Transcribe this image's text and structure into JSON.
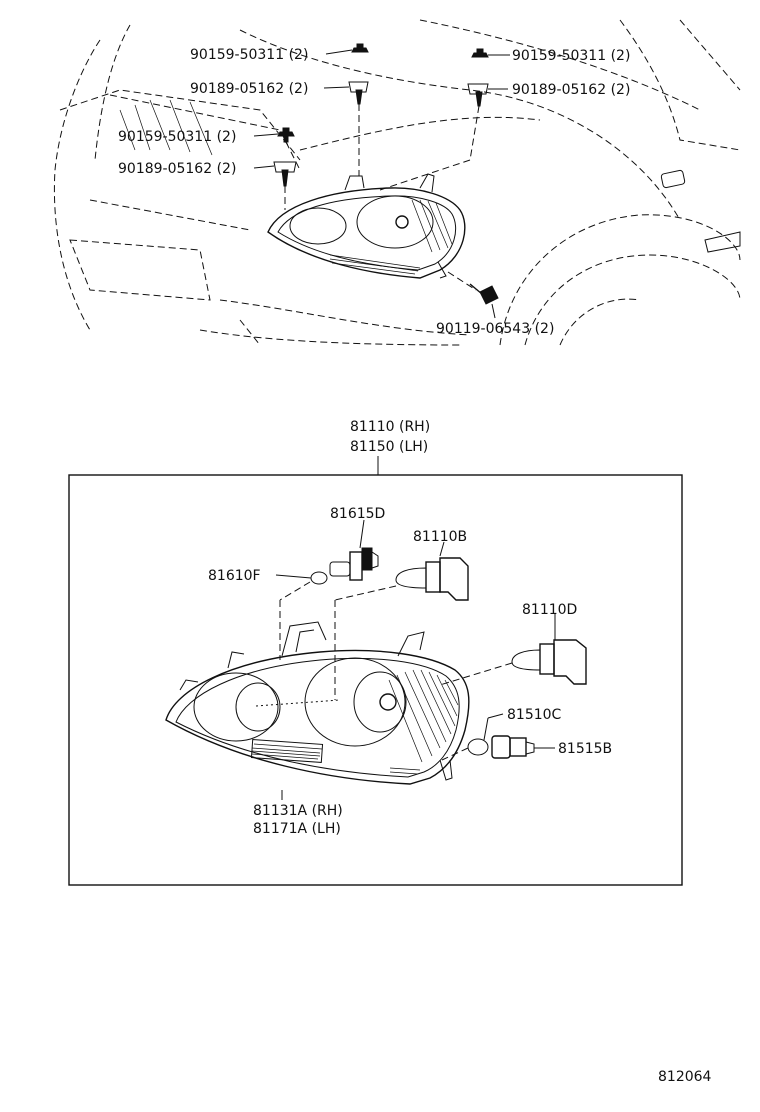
{
  "top_labels": [
    {
      "id": "tl1",
      "text": "90159-50311 (2)"
    },
    {
      "id": "tl2",
      "text": "90189-05162 (2)"
    },
    {
      "id": "tl3",
      "text": "90159-50311 (2)"
    },
    {
      "id": "tl4",
      "text": "90189-05162 (2)"
    },
    {
      "id": "tr1",
      "text": "90159-50311 (2)"
    },
    {
      "id": "tr2",
      "text": "90189-05162 (2)"
    },
    {
      "id": "bolt",
      "text": "90119-06543 (2)"
    }
  ],
  "assembly": {
    "line1": "81110 (RH)",
    "line2": "81150 (LH)"
  },
  "parts": {
    "p81615D": "81615D",
    "p81610F": "81610F",
    "p81110B": "81110B",
    "p81110D": "81110D",
    "p81510C": "81510C",
    "p81515B": "81515B"
  },
  "lens": {
    "line1": "81131A (RH)",
    "line2": "81171A (LH)"
  },
  "diagram_code": "812064"
}
